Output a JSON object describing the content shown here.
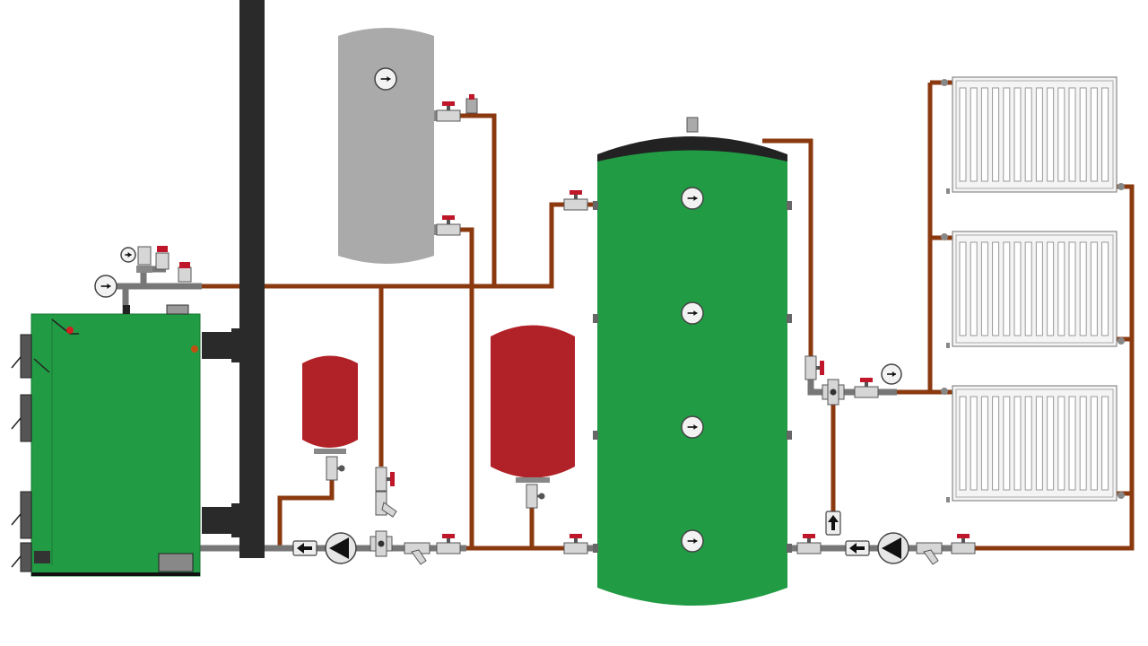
{
  "diagram": {
    "components": {
      "boiler": "solid-fuel-boiler",
      "chimney": "chimney-flue",
      "dhw_tank": "hot-water-cylinder",
      "buffer_tank": "buffer-accumulator-tank",
      "expansion_small": "expansion-vessel",
      "expansion_large": "expansion-vessel",
      "radiators": [
        "radiator",
        "radiator",
        "radiator"
      ],
      "pumps": [
        "circulation-pump",
        "circulation-pump"
      ],
      "strainers": [
        "y-strainer",
        "y-strainer"
      ],
      "check_valves": [
        "check-valve",
        "check-valve",
        "check-valve"
      ],
      "mixing_valves": [
        "three-way-valve",
        "three-way-valve"
      ],
      "gauges": [
        "thermometer-icon",
        "pressure-gauge-icon"
      ],
      "safety_group": "boiler-safety-group"
    },
    "buffer_tank_thermometers": 4,
    "radiator_count": 3,
    "radiator_fin_count": 14
  },
  "colors": {
    "boiler_green": "#229b45",
    "tank_green": "#229b45",
    "tank_top": "#222222",
    "expansion_red": "#b12228",
    "cylinder_grey": "#aaaaaa",
    "chimney": "#2a2a2a",
    "pipe_copper": "#8b3a10",
    "pipe_grey": "#777777",
    "valve_red": "#c0162a",
    "fitting_light": "#d6d6d6",
    "radiator_white": "#f4f4f4"
  }
}
